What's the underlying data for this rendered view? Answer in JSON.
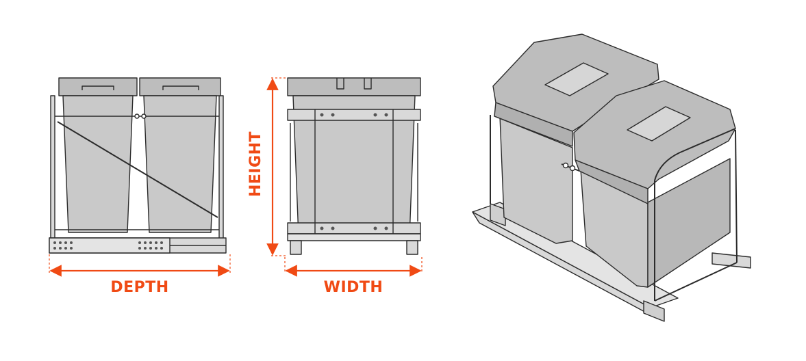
{
  "colors": {
    "accent": "#f04a14",
    "outline": "#2b2b2b",
    "bin_fill": "#c9c9c9",
    "lid_fill": "#bdbdbd",
    "frame_fill": "#d9d9d9"
  },
  "labels": {
    "depth": "DEPTH",
    "height": "HEIGHT",
    "width": "WIDTH"
  },
  "views": [
    {
      "id": "side",
      "depicts": "side-view"
    },
    {
      "id": "front",
      "depicts": "front-view"
    },
    {
      "id": "iso",
      "depicts": "isometric-view"
    }
  ]
}
